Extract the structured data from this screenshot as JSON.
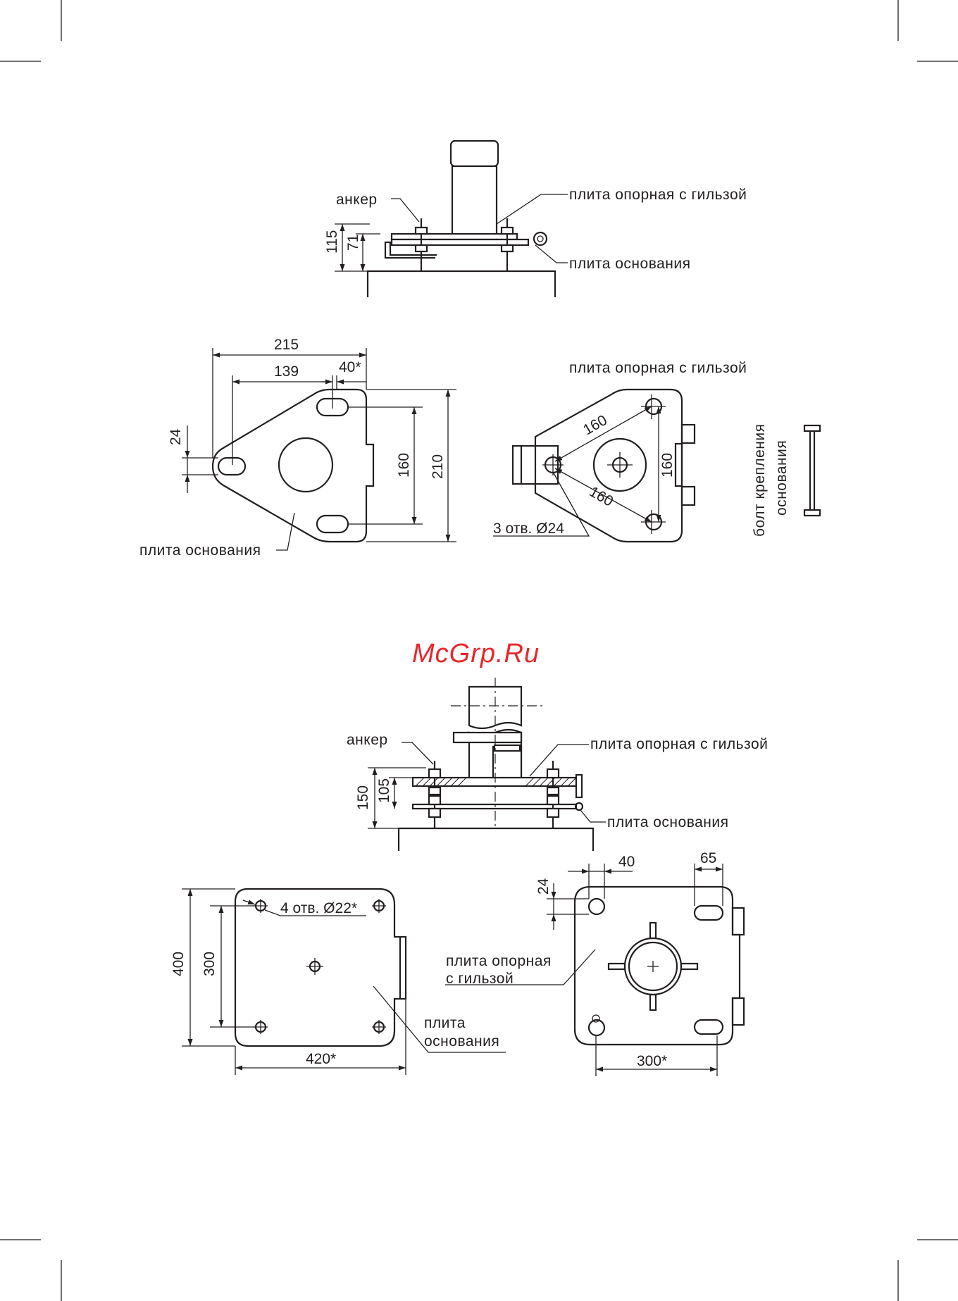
{
  "watermark": "McGrp.Ru",
  "fig1_side": {
    "anchor": "анкер",
    "plate_sleeve": "плита опорная с гильзой",
    "base_plate": "плита основания",
    "dim_115": "115",
    "dim_71": "71"
  },
  "fig1_base_plan": {
    "dim_215": "215",
    "dim_139": "139",
    "dim_40": "40*",
    "dim_24": "24",
    "dim_160": "160",
    "dim_210": "210",
    "base_plate": "плита основания"
  },
  "fig1_support_plan": {
    "title": "плита опорная с гильзой",
    "dim_160_a": "160",
    "dim_160_b": "160",
    "dim_160_c": "160",
    "holes": "3 отв. Ø24"
  },
  "bolt": {
    "label_line1": "болт крепления",
    "label_line2": "основания"
  },
  "fig2_side": {
    "anchor": "анкер",
    "plate_sleeve": "плита опорная с гильзой",
    "base_plate": "плита основания",
    "dim_150": "150",
    "dim_105": "105"
  },
  "fig2_base_plan": {
    "holes": "4 отв. Ø22*",
    "dim_400": "400",
    "dim_300": "300",
    "dim_420": "420*",
    "label_line1": "плита",
    "label_line2": "основания"
  },
  "fig2_support_plan": {
    "dim_40": "40",
    "dim_65": "65",
    "dim_24": "24",
    "label_line1": "плита опорная",
    "label_line2": "с гильзой",
    "dim_300": "300*"
  }
}
